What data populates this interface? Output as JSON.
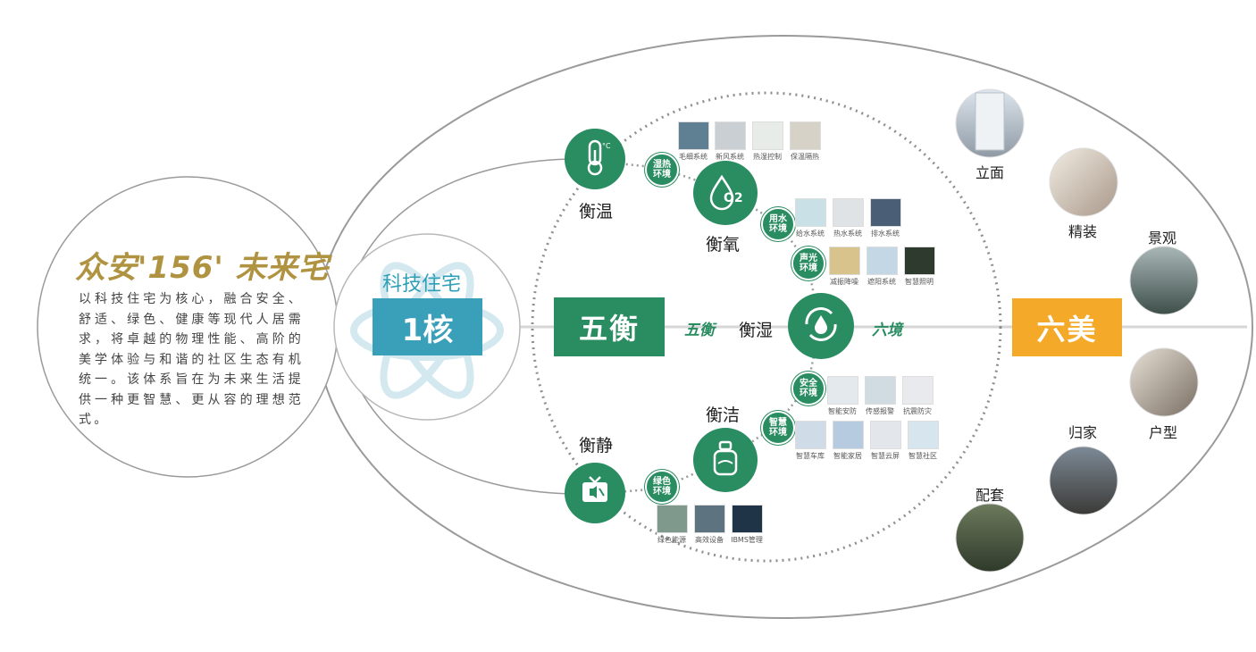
{
  "brand": {
    "title": "众安'156' 未来宅"
  },
  "intro": {
    "text": "以科技住宅为核心，融合安全、舒适、绿色、健康等现代人居需求，将卓越的物理性能、高阶的美学体验与和谐的社区生态有机统一。该体系旨在为未来生活提供一种更智慧、更从容的理想范式。"
  },
  "core": {
    "label": "科技住宅",
    "box": "1核"
  },
  "wuheng": {
    "box": "五衡",
    "tag": "五衡",
    "tag2": "六境"
  },
  "liumei": {
    "box": "六美"
  },
  "balances": [
    {
      "label": "衡温",
      "icon": "thermometer-icon"
    },
    {
      "label": "衡氧",
      "icon": "oxygen-drop-icon"
    },
    {
      "label": "衡湿",
      "icon": "humidity-cycle-icon"
    },
    {
      "label": "衡洁",
      "icon": "clean-bottle-icon"
    },
    {
      "label": "衡静",
      "icon": "mute-tv-icon"
    }
  ],
  "environments": [
    {
      "label": "湿热环境",
      "line1": "湿热",
      "line2": "环境",
      "items": []
    },
    {
      "label": "用水环境",
      "line1": "用水",
      "line2": "环境",
      "items": [
        "给水系统",
        "热水系统",
        "排水系统"
      ]
    },
    {
      "label": "声光环境",
      "line1": "声光",
      "line2": "环境",
      "items": [
        "减振降噪",
        "遮阳系统",
        "智慧照明"
      ]
    },
    {
      "label": "安全环境",
      "line1": "安全",
      "line2": "环境",
      "items": [
        "智能安防",
        "传感报警",
        "抗震防灾"
      ]
    },
    {
      "label": "智慧环境",
      "line1": "智慧",
      "line2": "环境",
      "items": [
        "智慧车库",
        "智能家居",
        "智慧云屏",
        "智慧社区"
      ]
    },
    {
      "label": "绿色环境",
      "line1": "绿色",
      "line2": "环境",
      "items": [
        "绿色能源",
        "高效设备",
        "IBMS管理"
      ]
    }
  ],
  "humid_items": [
    "毛细系统",
    "新风系统",
    "热湿控制",
    "保温隔热"
  ],
  "beauties": [
    "立面",
    "精装",
    "景观",
    "户型",
    "归家",
    "配套"
  ],
  "colors": {
    "green": "#2a8c61",
    "teal": "#3a9fb9",
    "orange": "#f4a929",
    "gold": "#b09340"
  }
}
